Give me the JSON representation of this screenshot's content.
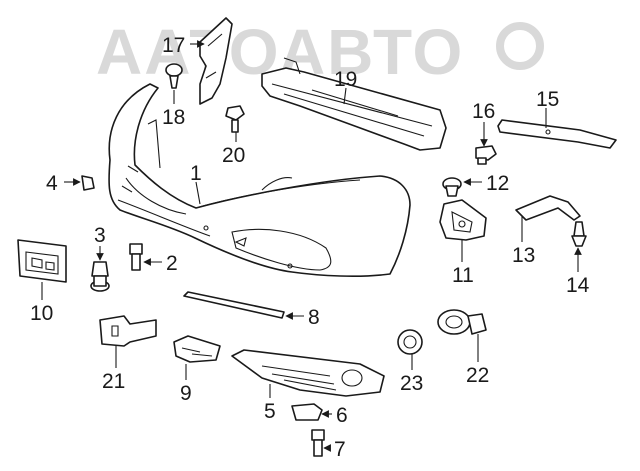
{
  "watermark": {
    "text": "ААТОАВТО",
    "color": "#d9d9d9"
  },
  "colors": {
    "line": "#1a1a1a",
    "background": "#ffffff"
  },
  "callouts": [
    "1",
    "2",
    "3",
    "4",
    "5",
    "6",
    "7",
    "8",
    "9",
    "10",
    "11",
    "12",
    "13",
    "14",
    "15",
    "16",
    "17",
    "18",
    "19",
    "20",
    "21",
    "22",
    "23"
  ]
}
